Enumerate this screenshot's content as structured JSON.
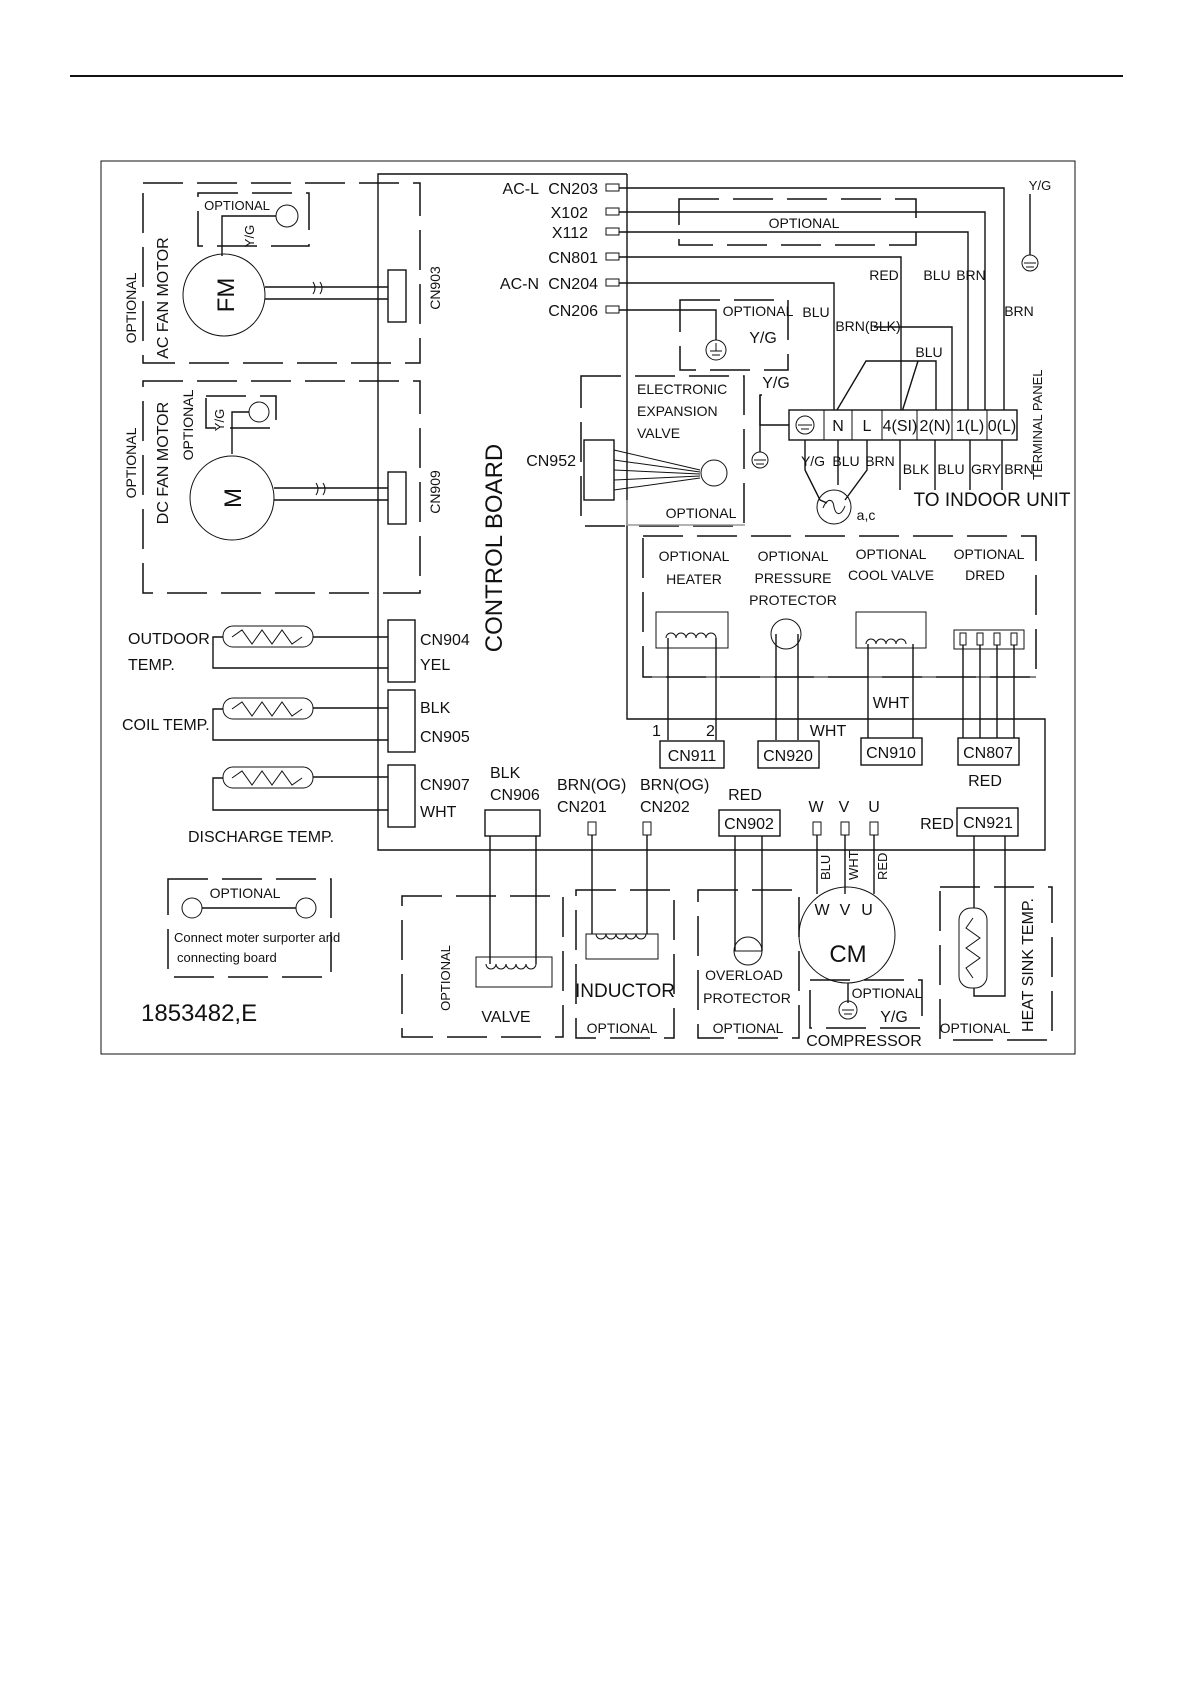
{
  "diagram": {
    "control_board": "CONTROL BOARD",
    "power": {
      "ac_l": "AC-L",
      "ac_n": "AC-N",
      "cn203": "CN203",
      "x102": "X102",
      "x112": "X112",
      "cn801": "CN801",
      "cn204": "CN204",
      "cn206": "CN206"
    },
    "optional": "OPTIONAL",
    "yg": "Y/G",
    "fan": {
      "ac_label": "AC FAN MOTOR",
      "fm": "FM",
      "cn903": "CN903",
      "dc_label": "DC FAN MOTOR",
      "m": "M",
      "cn909": "CN909"
    },
    "sensors": {
      "outdoor_1": "OUTDOOR",
      "outdoor_2": "TEMP.",
      "cn904": "CN904",
      "yel": "YEL",
      "coil": "COIL TEMP.",
      "blk": "BLK",
      "cn905": "CN905",
      "discharge": "DISCHARGE TEMP.",
      "cn907": "CN907",
      "wht": "WHT"
    },
    "eev": {
      "l1": "ELECTRONIC",
      "l2": "EXPANSION",
      "l3": "VALVE",
      "cn952": "CN952"
    },
    "wire_colors": {
      "red": "RED",
      "blu": "BLU",
      "brn": "BRN",
      "brn_blk": "BRN(BLK)",
      "blk": "BLK",
      "gry": "GRY",
      "wht": "WHT",
      "brn_og": "BRN(OG)"
    },
    "terminal": {
      "t_n": "N",
      "t_l": "L",
      "t_4": "4(SI)",
      "t_2": "2(N)",
      "t_1": "1(L)",
      "t_0": "0(L)",
      "panel": "TERMINAL PANEL",
      "indoor": "TO INDOOR UNIT",
      "ac": "a,c"
    },
    "options": {
      "heater": "HEATER",
      "pressure": "PRESSURE",
      "protector": "PROTECTOR",
      "cool_valve": "COOL VALVE",
      "dred": "DRED"
    },
    "connectors": {
      "cn911": "CN911",
      "pin1": "1",
      "pin2": "2",
      "cn920": "CN920",
      "cn910": "CN910",
      "cn807": "CN807",
      "cn906": "CN906",
      "cn201": "CN201",
      "cn202": "CN202",
      "cn902": "CN902",
      "cn921": "CN921"
    },
    "comp": {
      "w": "W",
      "v": "V",
      "u": "U",
      "cm": "CM",
      "compressor": "COMPRESSOR"
    },
    "bottom": {
      "valve": "VALVE",
      "inductor": "INDUCTOR",
      "overload": "OVERLOAD",
      "protector": "PROTECTOR",
      "heatsink": "HEAT SINK TEMP.",
      "note_1": "Connect moter surporter and",
      "note_2": "connecting board",
      "part_no": "1853482,E"
    }
  }
}
